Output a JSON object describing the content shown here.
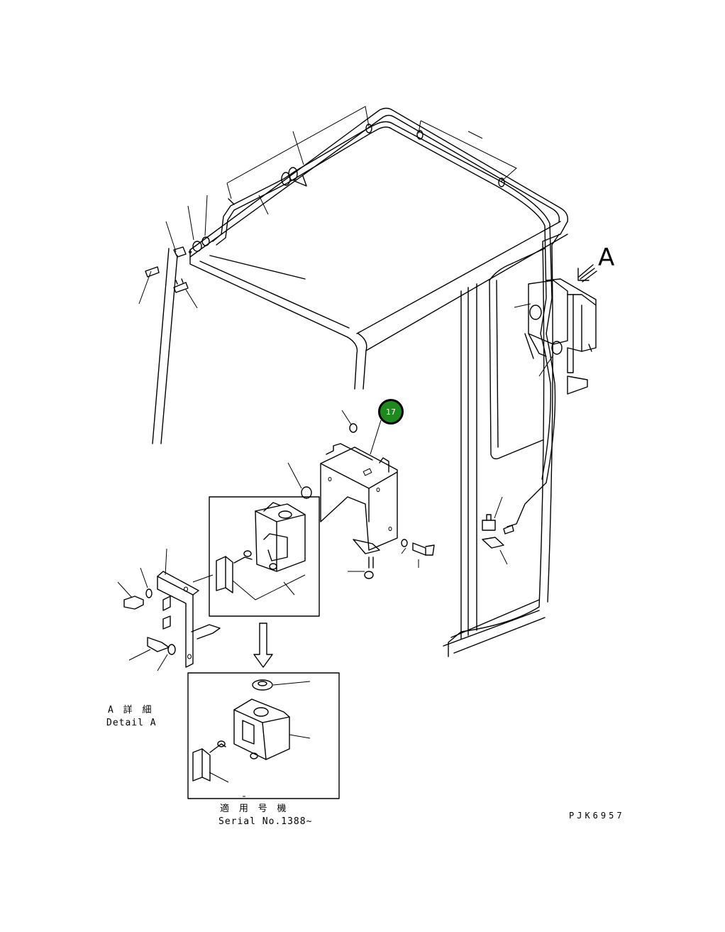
{
  "callout": {
    "number": "17",
    "color": "#1e8a1e"
  },
  "view_marker": {
    "letter": "A"
  },
  "detail_label": {
    "jp": "A 詳 細",
    "en": "Detail A"
  },
  "serial_label": {
    "jp": "適 用 号 機",
    "en": "Serial No.1388~"
  },
  "drawing_code": "PJK6957"
}
